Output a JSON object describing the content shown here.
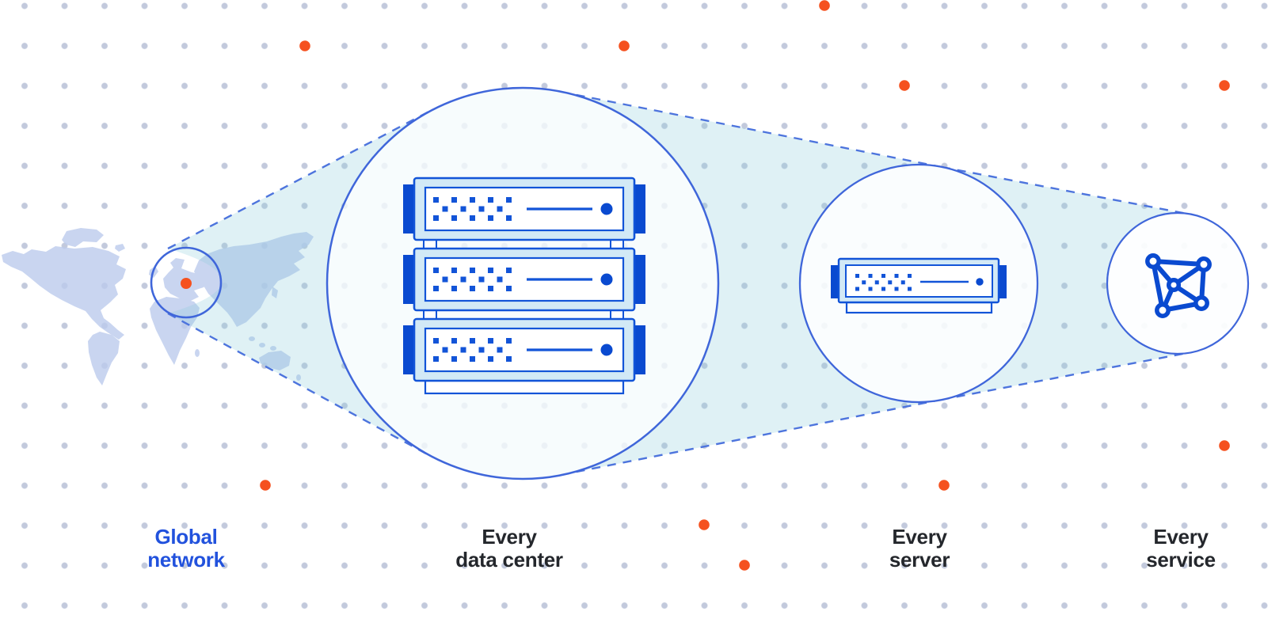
{
  "diagram": {
    "name": "global-network-zoom-progression",
    "stages": [
      {
        "id": "global-network",
        "line1": "Global",
        "line2": "network",
        "highlighted": true,
        "illustration": "world-map-with-location-marker"
      },
      {
        "id": "every-data-center",
        "line1": "Every",
        "line2": "data center",
        "highlighted": false,
        "illustration": "rack-of-three-servers"
      },
      {
        "id": "every-server",
        "line1": "Every",
        "line2": "server",
        "highlighted": false,
        "illustration": "single-server-unit"
      },
      {
        "id": "every-service",
        "line1": "Every",
        "line2": "service",
        "highlighted": false,
        "illustration": "network-mesh-icon"
      }
    ]
  },
  "colors": {
    "background": "#ffffff",
    "accent-blue": "#1254d8",
    "dark-blue": "#0a4ad0",
    "circle-stroke": "#3f66da",
    "dash-blue": "#4d74dd",
    "server-light": "#d2e9f6",
    "cone-tint": "rgba(141,203,220,0.28)",
    "map-fill": "#bccbed",
    "grid-dot": "#c2c9dc",
    "marker-orange": "#f5511f",
    "label-dark": "#24272c",
    "label-blue": "#2252dd"
  }
}
